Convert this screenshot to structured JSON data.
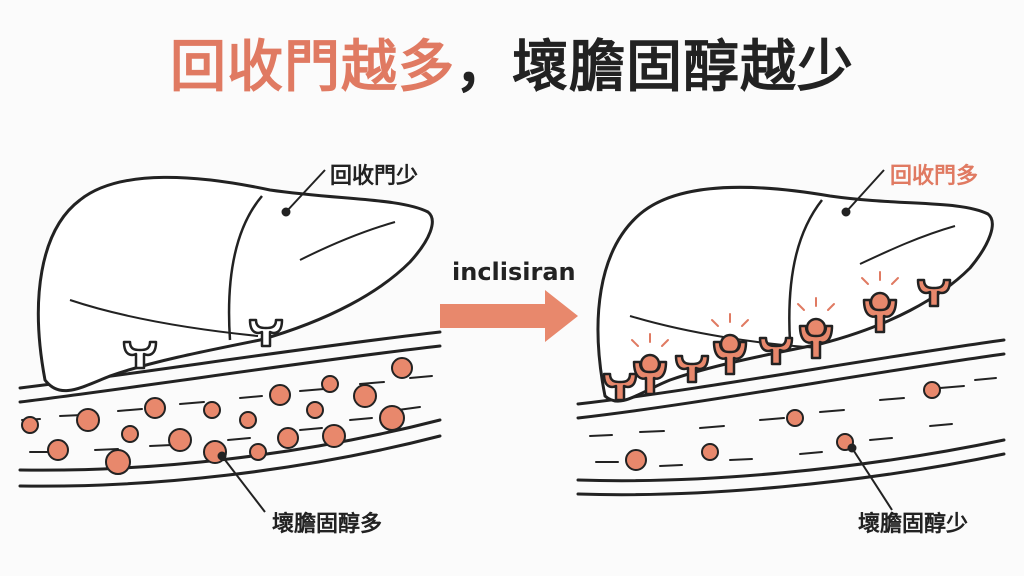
{
  "title": {
    "part1": "回收門越多",
    "sep": "，",
    "part2": "壞膽固醇越少"
  },
  "left": {
    "receptor_label": "回收門少",
    "cholesterol_label": "壞膽固醇多"
  },
  "arrow": {
    "label": "inclisiran"
  },
  "right": {
    "receptor_label": "回收門多",
    "cholesterol_label": "壞膽固醇少"
  },
  "colors": {
    "accent": "#e07a62",
    "ink": "#222222"
  }
}
